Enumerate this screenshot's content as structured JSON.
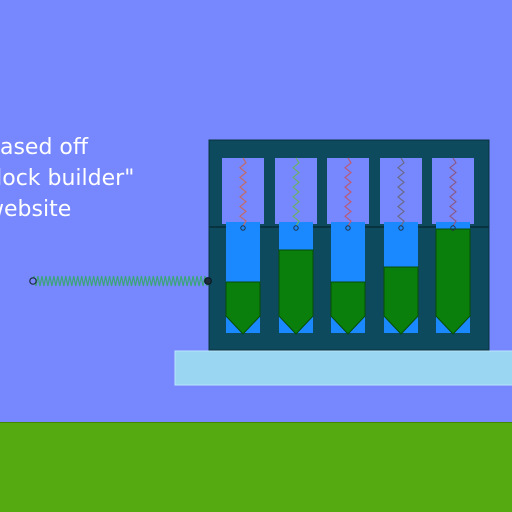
{
  "caption": {
    "lines": [
      "based off",
      "\"lock builder\"",
      "website"
    ]
  },
  "colors": {
    "sky": "#7788ff",
    "ground": "#55aa11",
    "ground_edge": "#448800",
    "frame": "#0d4a5e",
    "frame_edge": "#083340",
    "water": "#1a88ff",
    "pin": "#0b7f0b",
    "shelf": "#9ad6f2",
    "spring": "#3da37a"
  },
  "lock": {
    "pin_fill_levels": [
      0.46,
      0.75,
      0.46,
      0.6,
      0.94
    ],
    "spring_colors": [
      "#c06a6a",
      "#6ab06a",
      "#b85a7a",
      "#6a6a8a",
      "#8a5a8a"
    ]
  }
}
